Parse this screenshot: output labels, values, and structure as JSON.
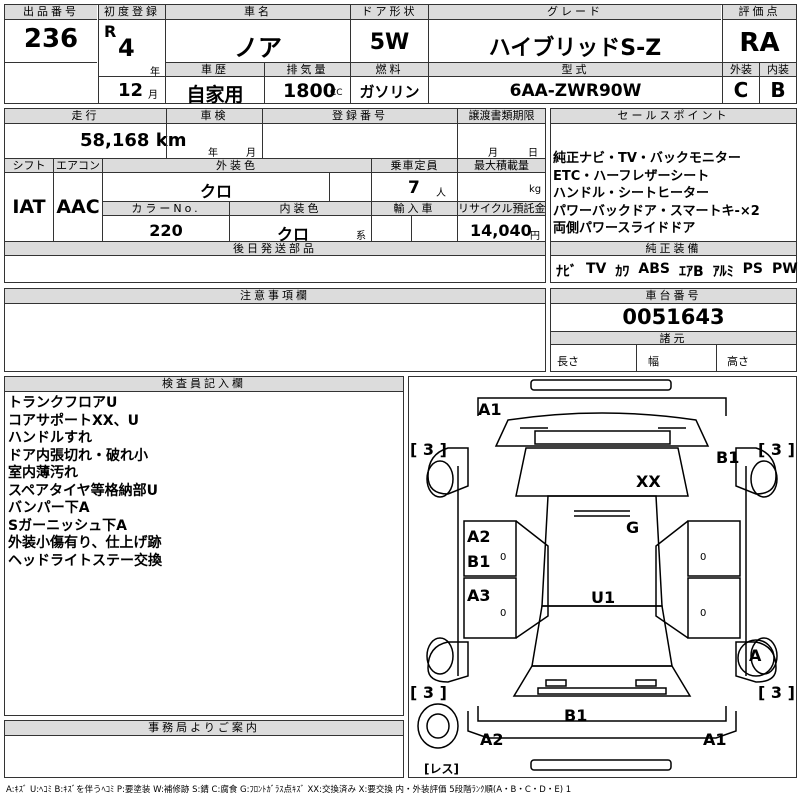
{
  "header": {
    "lot_label": "出品番号",
    "lot_no": "236",
    "reg_label": "初度登録",
    "era": "R",
    "year": "4",
    "year_unit": "年",
    "month": "12",
    "month_unit": "月",
    "name_label": "車名",
    "name": "ノア",
    "door_label": "ドア形状",
    "door": "5W",
    "grade_label": "グレード",
    "grade": "ハイブリッドS-Z",
    "score_label": "評価点",
    "score": "RA",
    "history_label": "車歴",
    "history": "自家用",
    "cc_label": "排気量",
    "cc": "1800",
    "cc_unit": "CC",
    "fuel_label": "燃料",
    "fuel": "ガソリン",
    "model_label": "型式",
    "model": "6AA-ZWR90W",
    "ext_label": "外装",
    "ext": "C",
    "int_label": "内装",
    "int": "B"
  },
  "row2": {
    "mileage_label": "走行",
    "mileage": "58,168 km",
    "inspect_label": "車検",
    "inspect_year": "年",
    "inspect_month": "月",
    "regno_label": "登録番号",
    "transfer_label": "譲渡書類期限",
    "transfer_month": "月",
    "transfer_day": "日",
    "shift_label": "シフト",
    "shift": "IAT",
    "ac_label": "エアコン",
    "ac": "AAC",
    "color_label": "外装色",
    "color": "クロ",
    "seats_label": "乗車定員",
    "seats": "7",
    "seats_unit": "人",
    "load_label": "最大積載量",
    "load_unit": "kg",
    "colorno_label": "カラーNo.",
    "colorno": "220",
    "intcolor_label": "内装色",
    "intcolor": "クロ",
    "intcolor_unit": "系",
    "import_label": "輸入車",
    "recycle_label": "リサイクル預託金",
    "recycle": "14,040",
    "recycle_unit": "円",
    "later_label": "後日発送部品"
  },
  "sales": {
    "label": "セールスポイント",
    "lines": [
      "純正ナビ・TV・バックモニター",
      "ETC・ハーフレザーシート",
      "ハンドル・シートヒーター",
      "パワーバックドア・スマートキ-×2",
      "両側パワースライドドア"
    ],
    "equip_label": "純正装備",
    "equip": [
      "ﾅﾋﾞ",
      "TV",
      "ｶﾜ",
      "ABS",
      "ｴｱB",
      "ｱﾙﾐ",
      "PS",
      "PW"
    ]
  },
  "notes": {
    "label": "注意事項欄"
  },
  "chassis": {
    "label": "車台番号",
    "number": "0051643",
    "spec_label": "諸元",
    "length": "長さ",
    "width": "幅",
    "height": "高さ"
  },
  "inspector": {
    "label": "検査員記入欄",
    "lines": [
      "トランクフロアU",
      "コアサポートXX、U",
      "ハンドルすれ",
      "ドア内張切れ・破れ小",
      "室内薄汚れ",
      "スペアタイヤ等格納部U",
      "バンパー下A",
      "Sガーニッシュ下A",
      "外装小傷有り、仕上げ跡",
      "ヘッドライトステー交換"
    ]
  },
  "office": {
    "label": "事務局よりご案内"
  },
  "diagram": {
    "tire_marks": [
      "[ 3 ]",
      "[ 3 ]",
      "[ 3 ]",
      "[ 3 ]"
    ],
    "marks": [
      "A1",
      "B1",
      "XX",
      "G",
      "A2",
      "B1",
      "A3",
      "U1",
      "A",
      "B1",
      "A2",
      "A1"
    ],
    "zeros": [
      "0",
      "0",
      "0",
      "0"
    ],
    "spare": "[レス]"
  },
  "legend": "A:ｷｽﾞ U:ﾍｺﾐ B:ｷｽﾞを伴うﾍｺﾐ P:要塗装 W:補修跡 S:錆 C:腐食 G:ﾌﾛﾝﾄｶﾞﾗｽ点ｷｽﾞ XX:交換済み X:要交換 内・外装評価 5段階ﾗﾝｸ順(A・B・C・D・E) 1"
}
